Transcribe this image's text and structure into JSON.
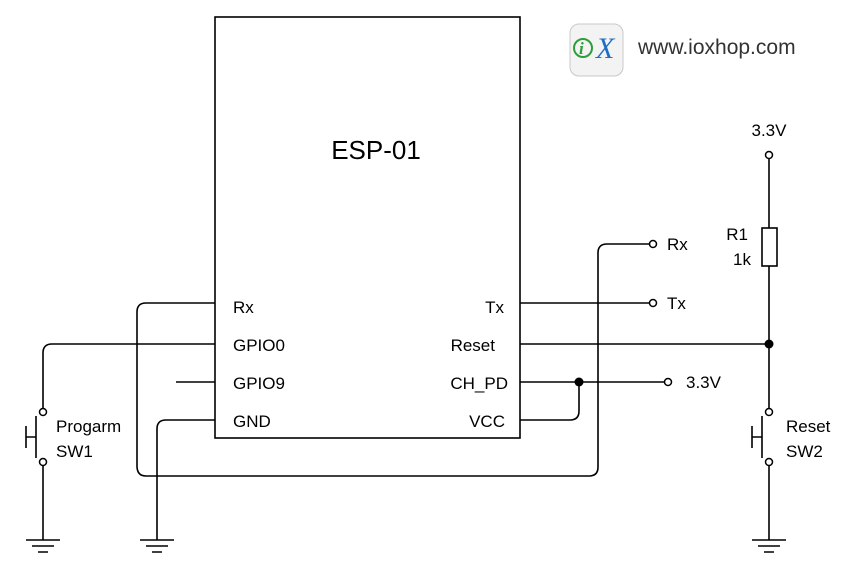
{
  "brand": {
    "logo_i": "i",
    "logo_x": "X",
    "url": "www.ioxhop.com",
    "logo_green": "#2e9e3a",
    "logo_blue": "#1e6fc4"
  },
  "module": {
    "title": "ESP-01",
    "left_pins": [
      "Rx",
      "GPIO0",
      "GPIO9",
      "GND"
    ],
    "right_pins": [
      "Tx",
      "Reset",
      "CH_PD",
      "VCC"
    ]
  },
  "terminals": {
    "rx": "Rx",
    "tx": "Tx",
    "chpd_supply": "3.3V",
    "top_supply": "3.3V"
  },
  "components": {
    "r1_ref": "R1",
    "r1_value": "1k",
    "sw1_name": "Progarm",
    "sw1_ref": "SW1",
    "sw2_name": "Reset",
    "sw2_ref": "SW2"
  }
}
